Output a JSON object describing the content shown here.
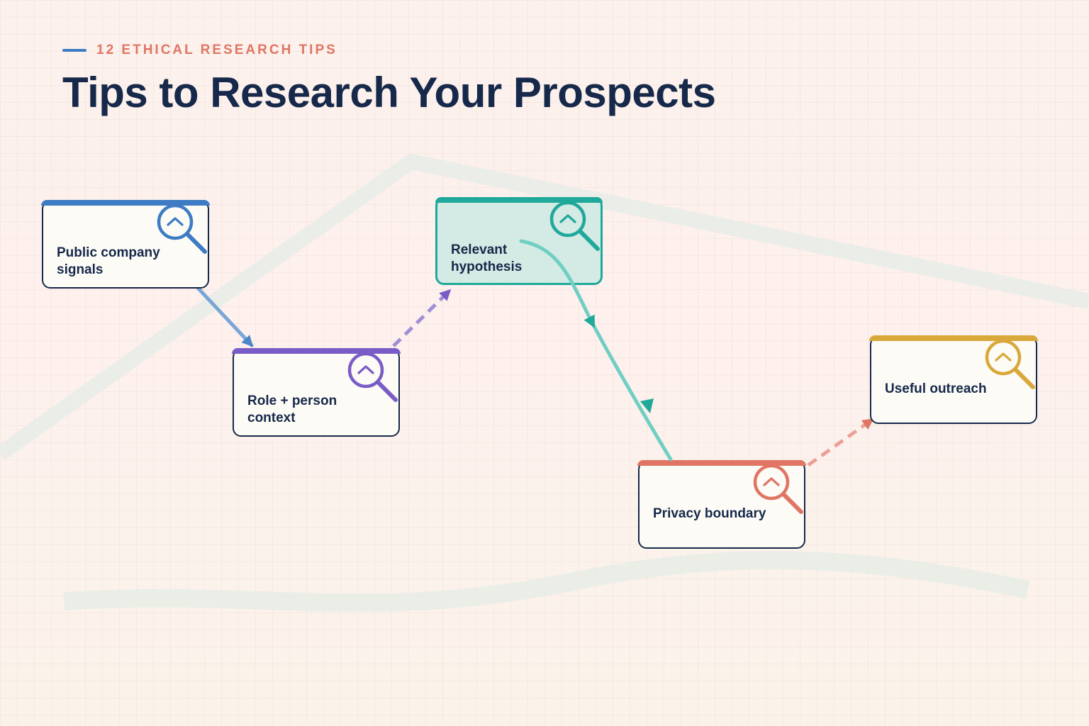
{
  "header": {
    "eyebrow": "12 ETHICAL RESEARCH TIPS",
    "title": "Tips to Research Your Prospects"
  },
  "nodes": [
    {
      "label_line1": "Public company",
      "label_line2": "signals",
      "color": "#3d7cc4",
      "icon": "magnifier-icon"
    },
    {
      "label_line1": "Role + person",
      "label_line2": "context",
      "color": "#7a5cc7",
      "icon": "magnifier-icon"
    },
    {
      "label_line1": "Relevant",
      "label_line2": "hypothesis",
      "color": "#1fa99a",
      "icon": "magnifier-icon"
    },
    {
      "label_line1": "Privacy boundary",
      "label_line2": "",
      "color": "#e07563",
      "icon": "magnifier-icon"
    },
    {
      "label_line1": "Useful outreach",
      "label_line2": "",
      "color": "#d9a83a",
      "icon": "magnifier-icon"
    }
  ],
  "edges": [
    {
      "from": "Public company signals",
      "to": "Role + person context",
      "style": "solid",
      "color": "#7aa6d6"
    },
    {
      "from": "Role + person context",
      "to": "Relevant hypothesis",
      "style": "dashed",
      "color": "#a08fd6"
    },
    {
      "from": "Relevant hypothesis",
      "to": "Privacy boundary",
      "style": "solid",
      "color": "#6fcfc2"
    },
    {
      "from": "Privacy boundary",
      "to": "Useful outreach",
      "style": "dashed",
      "color": "#eba096"
    }
  ]
}
